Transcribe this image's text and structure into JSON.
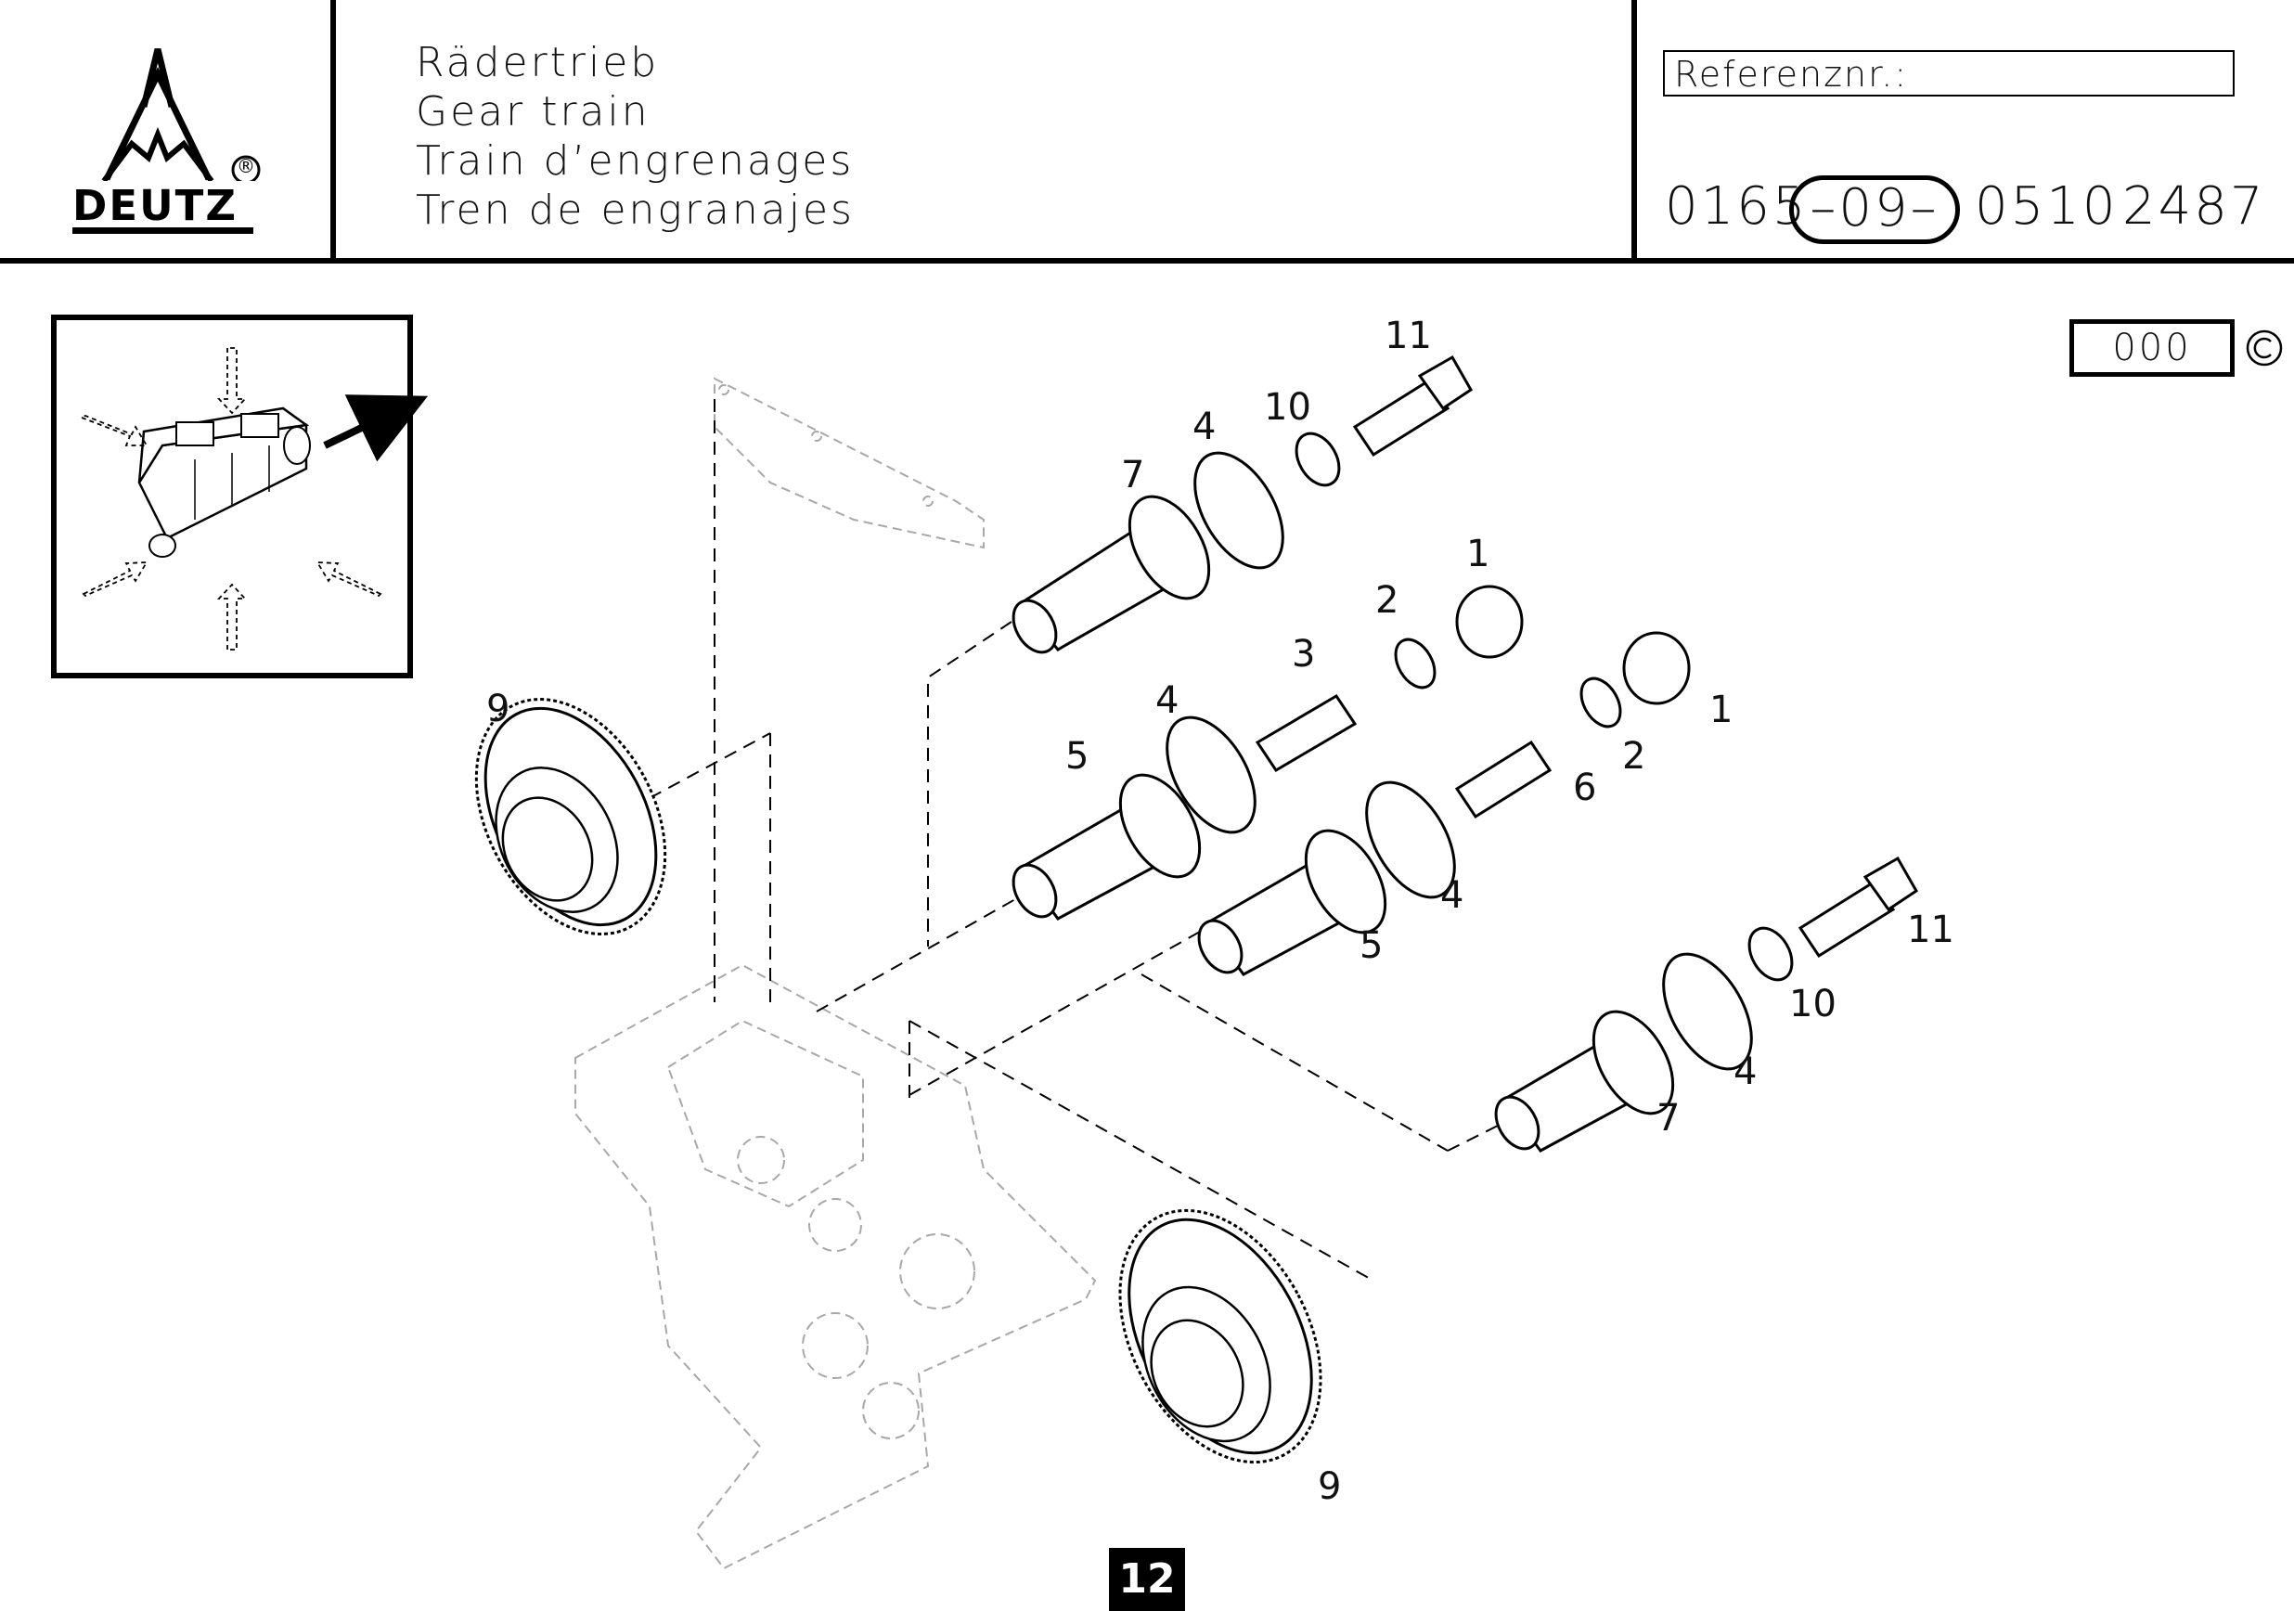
{
  "logo": {
    "brand_text": "DEUTZ",
    "registered_mark": "®"
  },
  "title": {
    "de": "Rädertrieb",
    "en": "Gear train",
    "fr": "Train d’engrenages",
    "es": "Tren de engranajes"
  },
  "reference": {
    "label": "Referenznr.:",
    "part1": "0165",
    "part2": "–09–",
    "part3": "0510",
    "part4": "2487"
  },
  "code": {
    "value": "000",
    "copyright_icon": "copyright-icon"
  },
  "callouts": [
    "11",
    "10",
    "4",
    "7",
    "1",
    "2",
    "3",
    "9",
    "4",
    "5",
    "1",
    "2",
    "6",
    "4",
    "5",
    "11",
    "10",
    "4",
    "7",
    "9"
  ],
  "page_number": "12",
  "icons": [
    "deutz-logo-icon",
    "orientation-inset-icon",
    "copyright-icon"
  ]
}
